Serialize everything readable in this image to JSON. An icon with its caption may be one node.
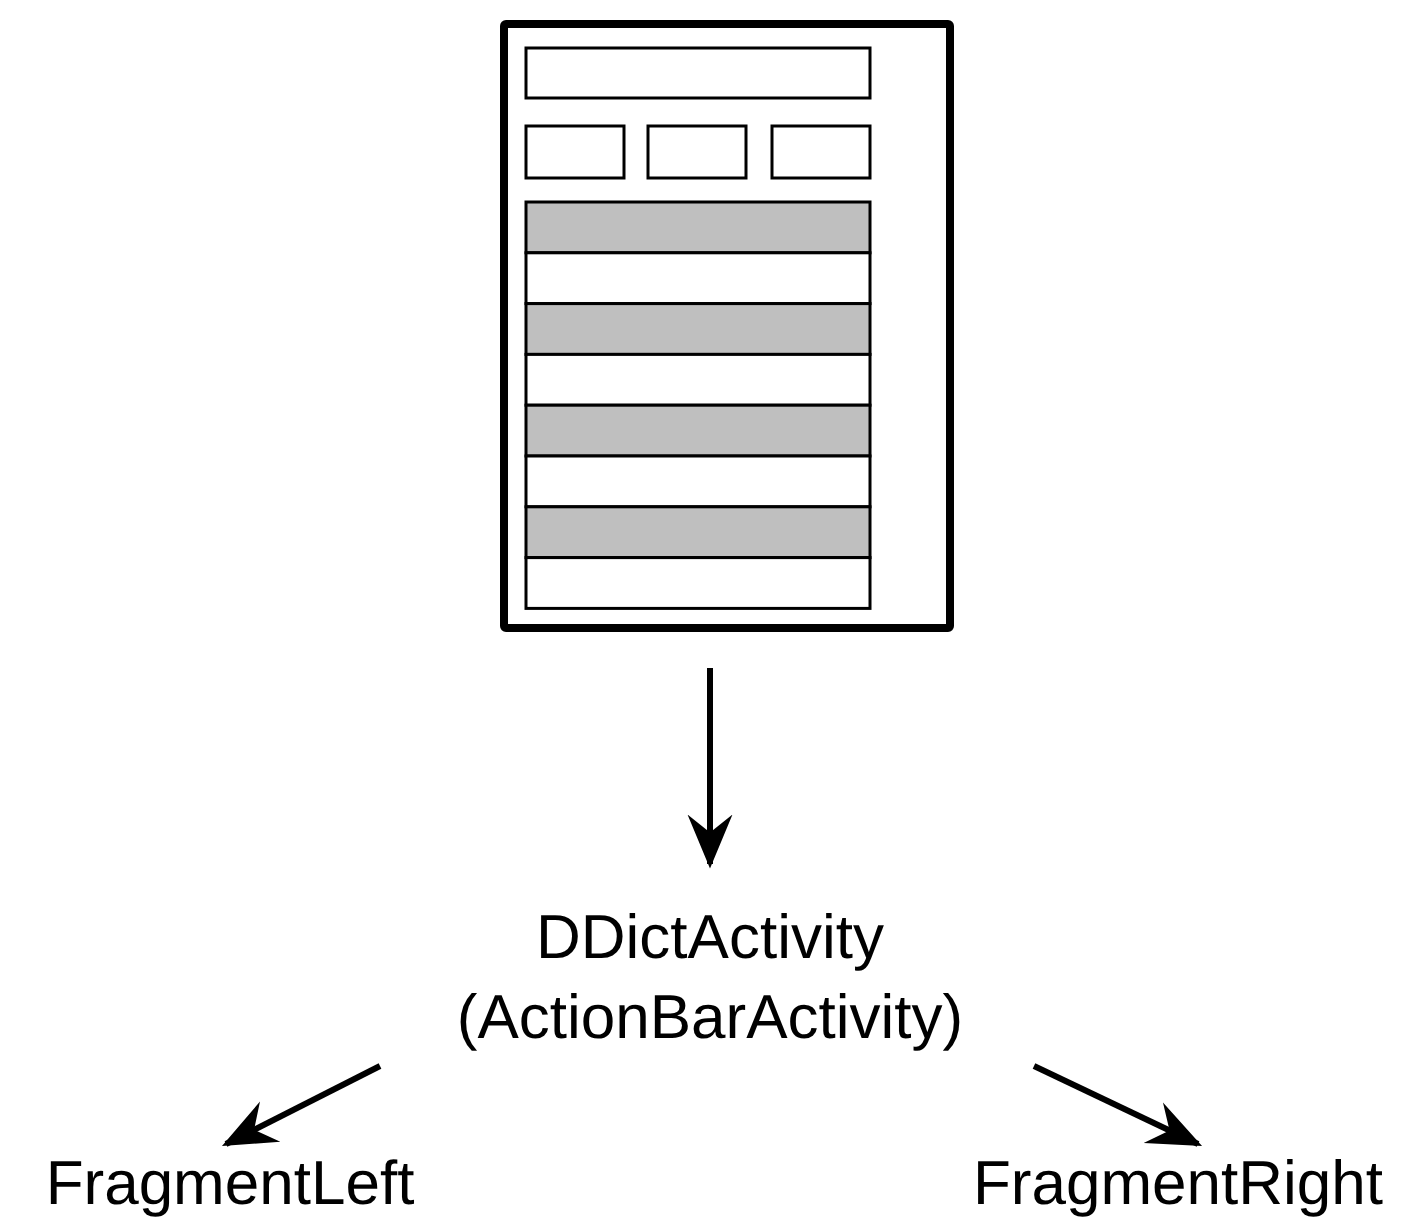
{
  "diagram": {
    "nodes": [
      {
        "text": [],
        "shape": "picture"
      },
      {
        "text": [
          "DDictActivity",
          "(ActionBarActivity)"
        ]
      },
      {
        "text": [
          "FragmentLeft"
        ]
      },
      {
        "text": [
          "FragmentRight"
        ]
      }
    ],
    "edges": [
      {
        "from": 0,
        "to": 1,
        "arrow": "to"
      },
      {
        "from": 1,
        "to": 2,
        "arrow": "to"
      },
      {
        "from": 1,
        "to": 3,
        "arrow": "to"
      }
    ]
  }
}
